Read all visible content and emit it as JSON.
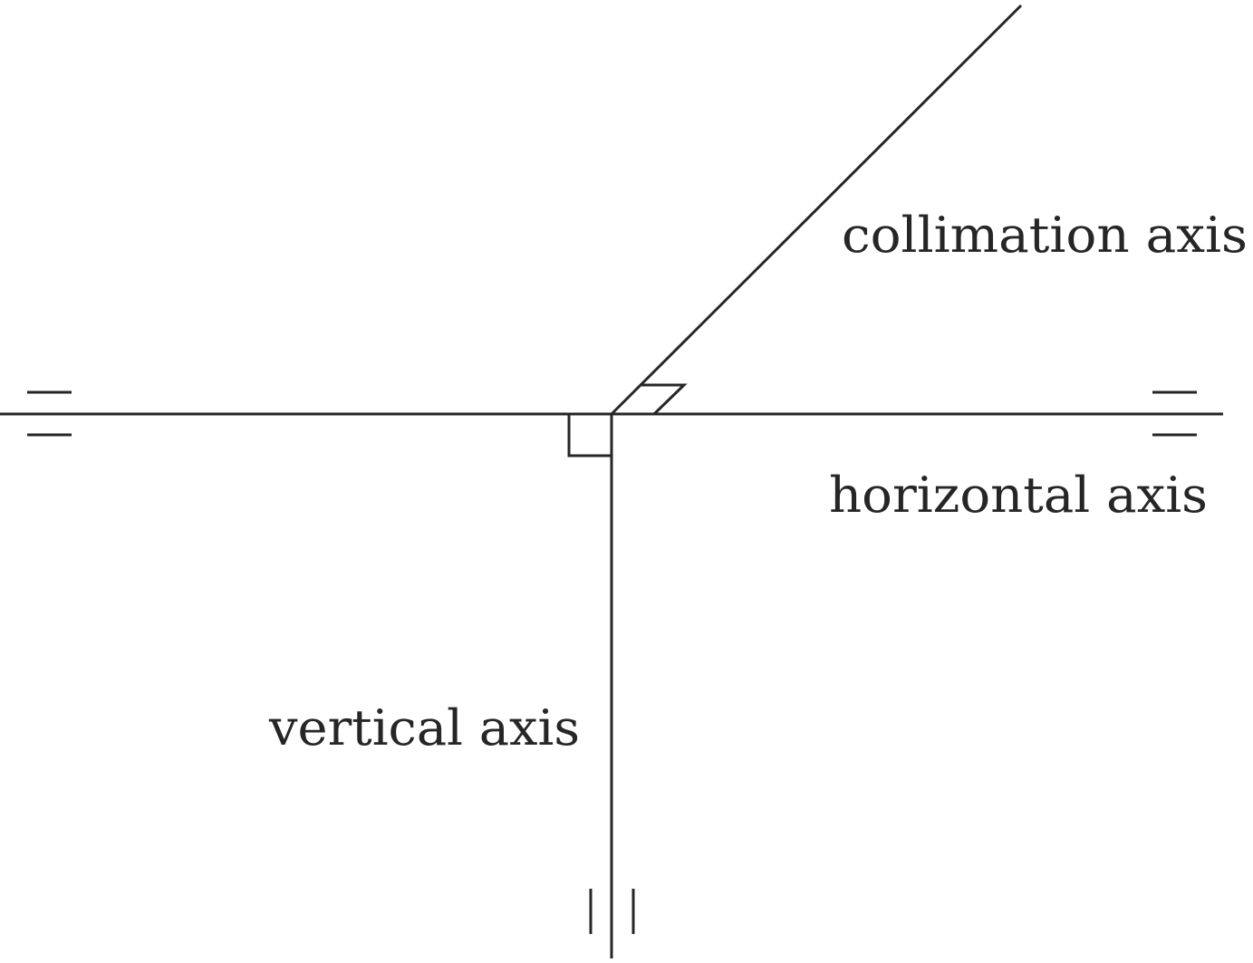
{
  "labels": {
    "collimation_axis": "collimation axis",
    "horizontal_axis": "horizontal axis",
    "vertical_axis": "vertical axis"
  },
  "colors": {
    "ink": "#262626",
    "background": "#ffffff"
  }
}
